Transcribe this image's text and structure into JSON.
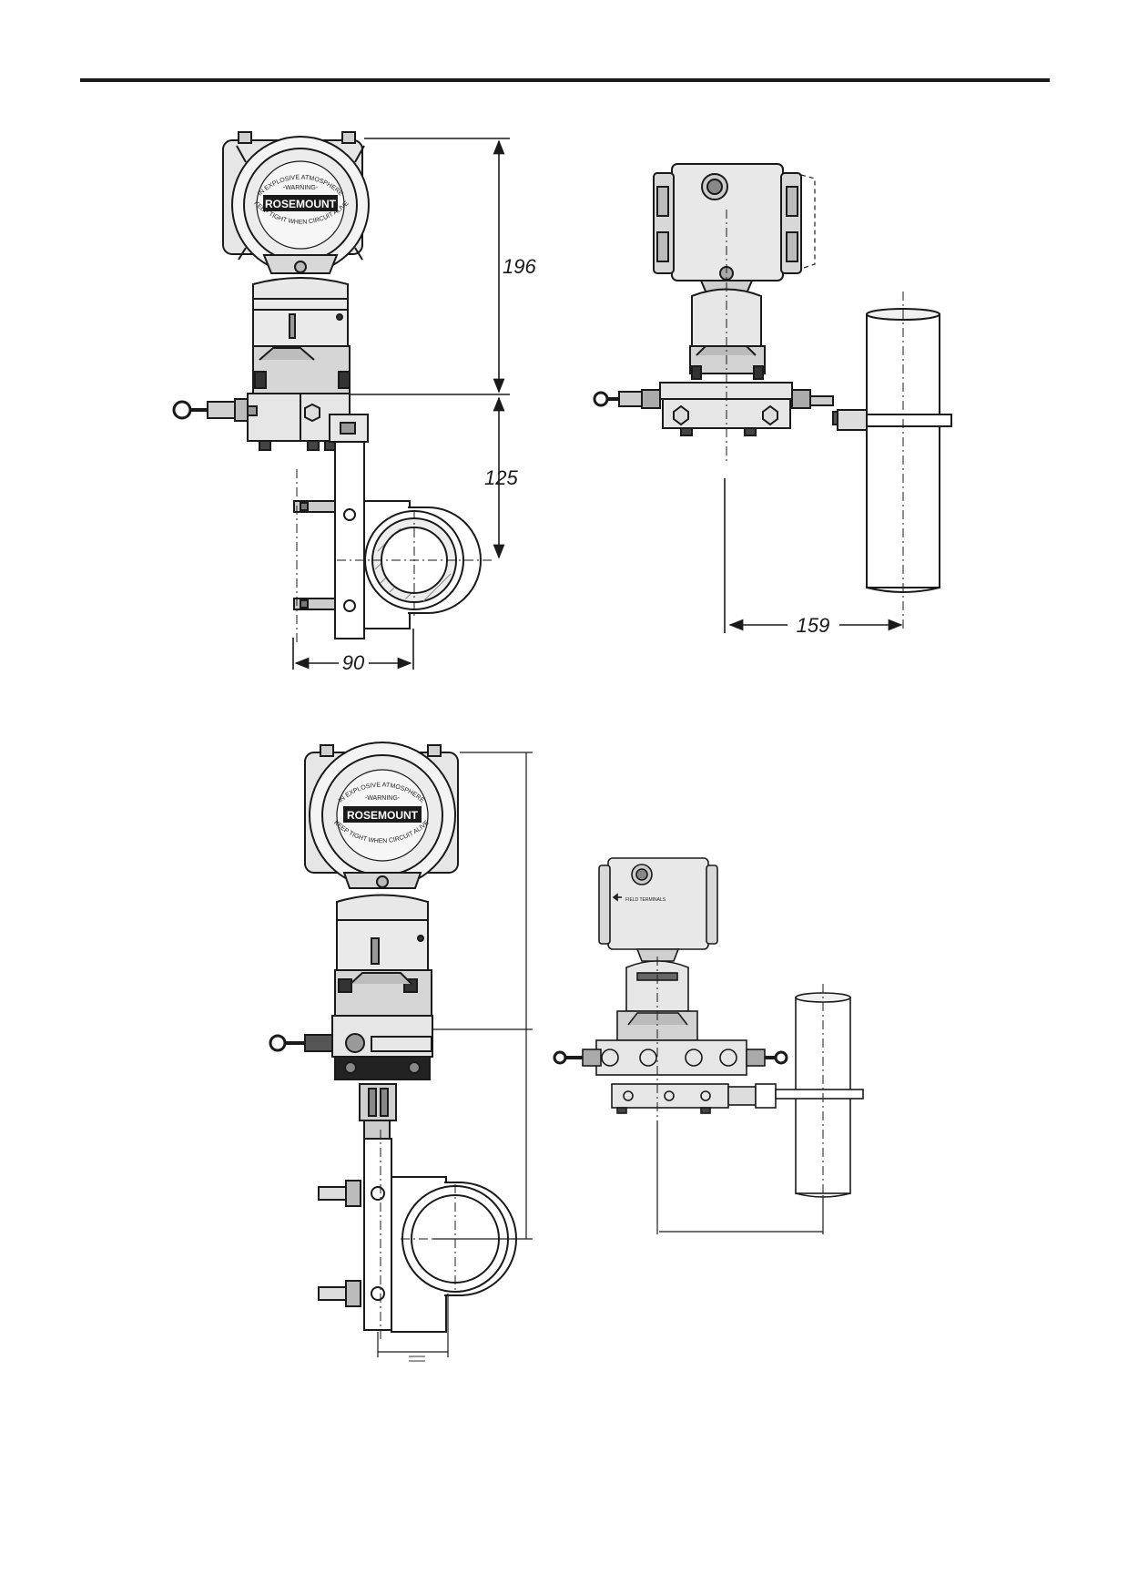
{
  "header": {
    "rule": "top-rule"
  },
  "figures": {
    "top_left": {
      "height_upper": "196",
      "height_lower": "125",
      "width": "90",
      "cover_text": {
        "warning_top": "IN EXPLOSIVE ATMOSPHERE",
        "warning_word": "-WARNING-",
        "brand": "ROSEMOUNT",
        "warning_bottom": "KEEP TIGHT WHEN CIRCUIT ALIVE"
      }
    },
    "top_right": {
      "pipe_offset": "159"
    },
    "bottom_left": {
      "cover_text": {
        "warning_top": "IN EXPLOSIVE ATMOSPHERE",
        "warning_word": "-WARNING-",
        "brand": "ROSEMOUNT",
        "warning_bottom": "KEEP TIGHT WHEN CIRCUIT ALIVE"
      }
    },
    "bottom_right": {
      "housing_label": "FIELD TERMINALS"
    }
  }
}
